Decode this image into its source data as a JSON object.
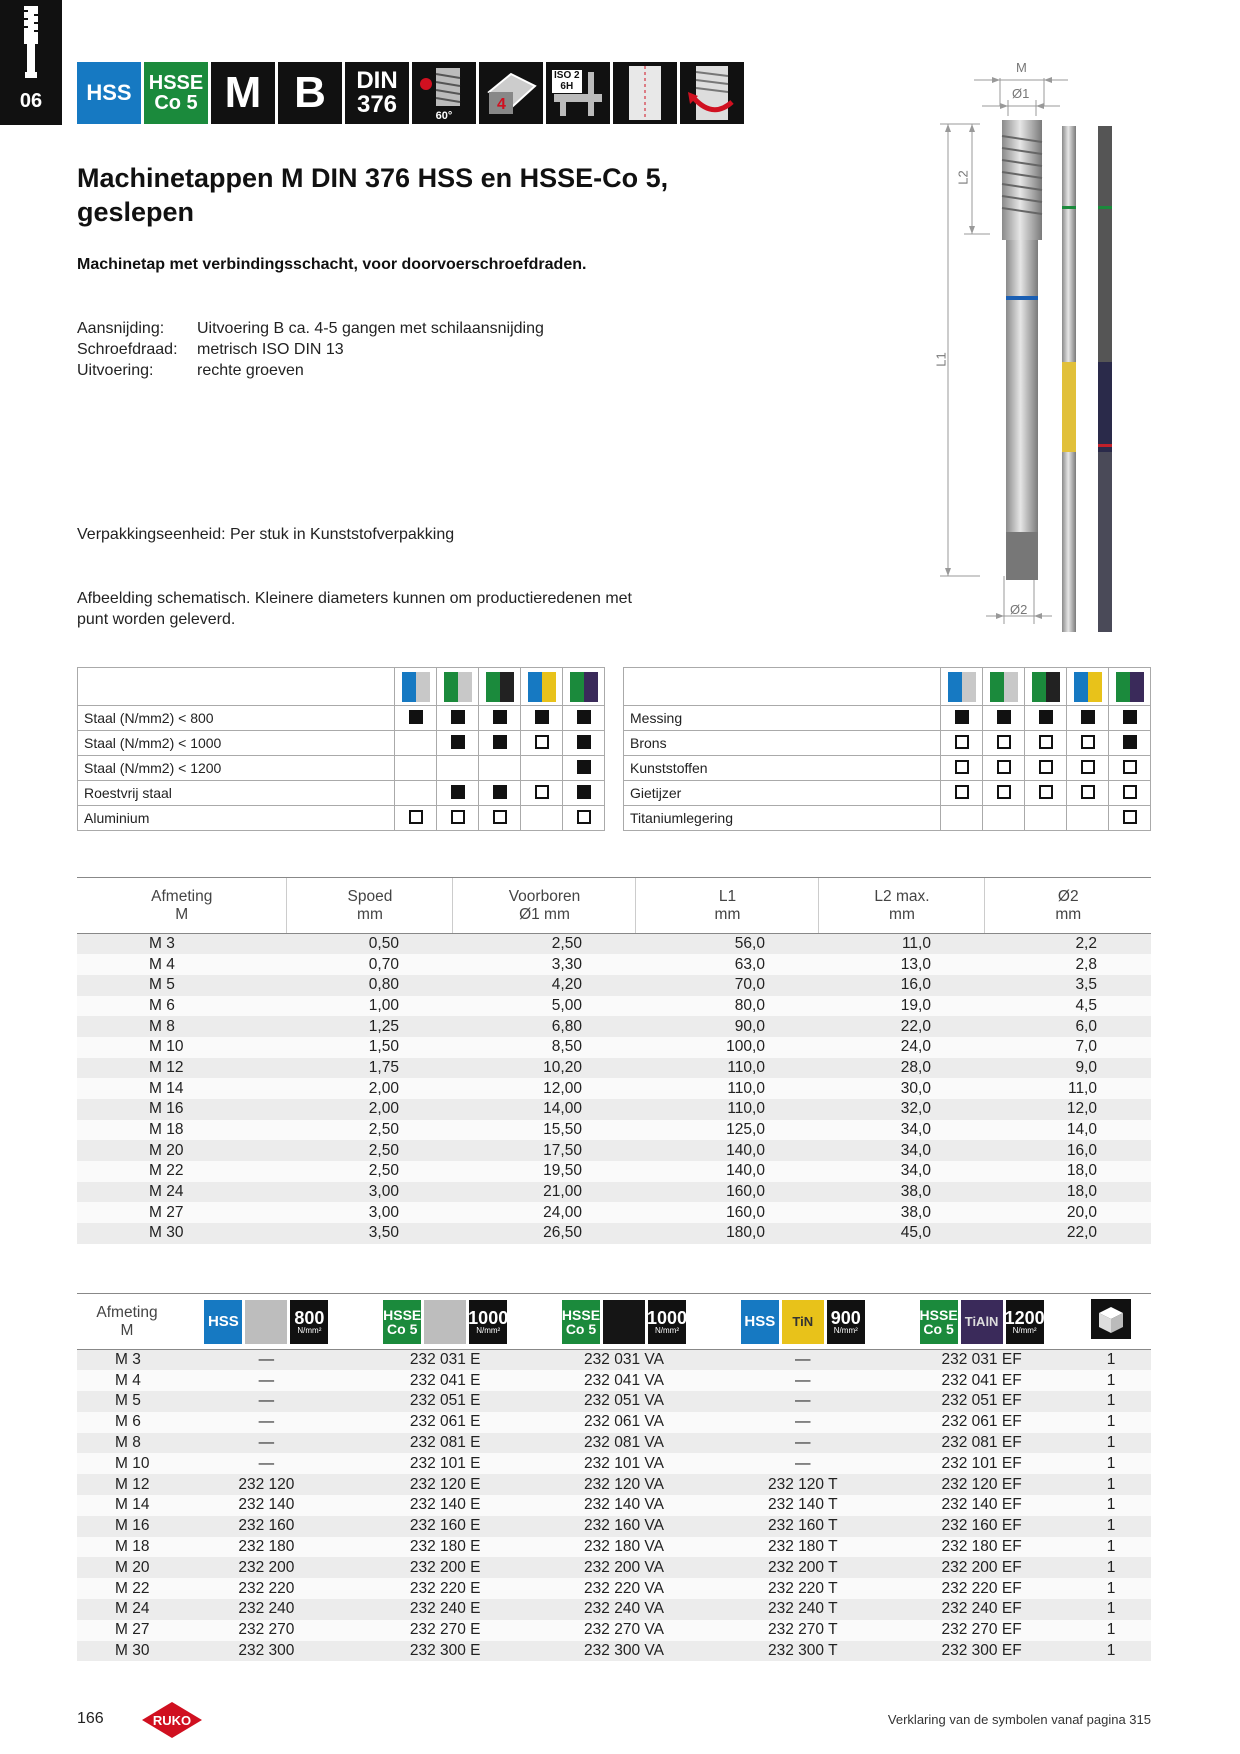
{
  "chapter": "06",
  "symbols": [
    {
      "name": "hss-symbol",
      "text": "HSS"
    },
    {
      "name": "hsse-co5-symbol",
      "line1": "HSSE",
      "line2": "Co 5"
    },
    {
      "name": "m-symbol",
      "text": "M"
    },
    {
      "name": "b-symbol",
      "text": "B"
    },
    {
      "name": "din-symbol",
      "line1": "DIN",
      "line2": "376"
    },
    {
      "name": "angle-symbol",
      "text": "60°"
    },
    {
      "name": "square-drive-symbol",
      "text": "4"
    },
    {
      "name": "tolerance-symbol",
      "line1": "ISO 2",
      "line2": "6H"
    },
    {
      "name": "straight-flute-symbol"
    },
    {
      "name": "through-hole-symbol"
    }
  ],
  "title": "Machinetappen M DIN 376 HSS en HSSE-Co 5, geslepen",
  "subtitle": "Machinetap met verbindingsschacht, voor doorvoerschroefdraden.",
  "specs": [
    {
      "label": "Aansnijding:",
      "value": "Uitvoering B ca. 4-5 gangen met schilaansnijding"
    },
    {
      "label": "Schroefdraad:",
      "value": "metrisch ISO DIN 13"
    },
    {
      "label": "Uitvoering:",
      "value": "rechte groeven"
    }
  ],
  "packaging": "Verpakkingseenheid: Per stuk in Kunststofverpakking",
  "note": "Afbeelding schematisch. Kleinere diameters kunnen om productieredenen met punt worden geleverd.",
  "diagram_labels": {
    "m": "M",
    "d1": "Ø1",
    "l2": "L2",
    "l1": "L1",
    "d2": "Ø2"
  },
  "material_left": [
    {
      "name": "Staal (N/mm2) < 800",
      "marks": [
        "filled",
        "filled",
        "filled",
        "filled",
        "filled"
      ]
    },
    {
      "name": "Staal (N/mm2) < 1000",
      "marks": [
        "",
        "filled",
        "filled",
        "empty",
        "filled"
      ]
    },
    {
      "name": "Staal (N/mm2) < 1200",
      "marks": [
        "",
        "",
        "",
        "",
        "filled"
      ]
    },
    {
      "name": "Roestvrij staal",
      "marks": [
        "",
        "filled",
        "filled",
        "empty",
        "filled"
      ]
    },
    {
      "name": "Aluminium",
      "marks": [
        "empty",
        "empty",
        "empty",
        "",
        "empty"
      ]
    }
  ],
  "material_right": [
    {
      "name": "Messing",
      "marks": [
        "filled",
        "filled",
        "filled",
        "filled",
        "filled"
      ]
    },
    {
      "name": "Brons",
      "marks": [
        "empty",
        "empty",
        "empty",
        "empty",
        "filled"
      ]
    },
    {
      "name": "Kunststoffen",
      "marks": [
        "empty",
        "empty",
        "empty",
        "empty",
        "empty"
      ]
    },
    {
      "name": "Gietijzer",
      "marks": [
        "empty",
        "empty",
        "empty",
        "empty",
        "empty"
      ]
    },
    {
      "name": "Titaniumlegering",
      "marks": [
        "",
        "",
        "",
        "",
        "empty"
      ]
    }
  ],
  "swatch_colors": [
    [
      "#1679c2",
      "#c8c8c8"
    ],
    [
      "#1b8a3c",
      "#c8c8c8"
    ],
    [
      "#1b8a3c",
      "#222222"
    ],
    [
      "#1679c2",
      "#e8c21a"
    ],
    [
      "#1b8a3c",
      "#3a2a5a"
    ]
  ],
  "dim_table": {
    "headers": [
      [
        "Afmeting",
        "M"
      ],
      [
        "Spoed",
        "mm"
      ],
      [
        "Voorboren",
        "Ø1 mm"
      ],
      [
        "L1",
        "mm"
      ],
      [
        "L2 max.",
        "mm"
      ],
      [
        "Ø2",
        "mm"
      ]
    ],
    "rows": [
      [
        "M  3",
        "0,50",
        "2,50",
        "56,0",
        "11,0",
        "2,2"
      ],
      [
        "M  4",
        "0,70",
        "3,30",
        "63,0",
        "13,0",
        "2,8"
      ],
      [
        "M  5",
        "0,80",
        "4,20",
        "70,0",
        "16,0",
        "3,5"
      ],
      [
        "M  6",
        "1,00",
        "5,00",
        "80,0",
        "19,0",
        "4,5"
      ],
      [
        "M  8",
        "1,25",
        "6,80",
        "90,0",
        "22,0",
        "6,0"
      ],
      [
        "M 10",
        "1,50",
        "8,50",
        "100,0",
        "24,0",
        "7,0"
      ],
      [
        "M 12",
        "1,75",
        "10,20",
        "110,0",
        "28,0",
        "9,0"
      ],
      [
        "M 14",
        "2,00",
        "12,00",
        "110,0",
        "30,0",
        "11,0"
      ],
      [
        "M 16",
        "2,00",
        "14,00",
        "110,0",
        "32,0",
        "12,0"
      ],
      [
        "M 18",
        "2,50",
        "15,50",
        "125,0",
        "34,0",
        "14,0"
      ],
      [
        "M 20",
        "2,50",
        "17,50",
        "140,0",
        "34,0",
        "16,0"
      ],
      [
        "M 22",
        "2,50",
        "19,50",
        "140,0",
        "34,0",
        "18,0"
      ],
      [
        "M 24",
        "3,00",
        "21,00",
        "160,0",
        "38,0",
        "18,0"
      ],
      [
        "M 27",
        "3,00",
        "24,00",
        "160,0",
        "38,0",
        "20,0"
      ],
      [
        "M 30",
        "3,50",
        "26,50",
        "180,0",
        "45,0",
        "22,0"
      ]
    ]
  },
  "art_table": {
    "first_header": [
      "Afmeting",
      "M"
    ],
    "col_headers": [
      {
        "material": "HSS",
        "coating": "",
        "coat_color": "#bdbdbd",
        "strength": "800"
      },
      {
        "material": "HSSE Co 5",
        "coating": "",
        "coat_color": "#bdbdbd",
        "strength": "1000"
      },
      {
        "material": "HSSE Co 5",
        "coating": "",
        "coat_color": "#151515",
        "strength": "1000"
      },
      {
        "material": "HSS",
        "coating": "TiN",
        "coat_color": "#e8c21a",
        "strength": "900"
      },
      {
        "material": "HSSE Co 5",
        "coating": "TiAlN",
        "coat_color": "#3a2a5a",
        "strength": "1200"
      }
    ],
    "unit": "N/mm²",
    "rows": [
      [
        "M  3",
        "—",
        "232 031 E",
        "232 031 VA",
        "—",
        "232 031 EF",
        "1"
      ],
      [
        "M  4",
        "—",
        "232 041 E",
        "232 041 VA",
        "—",
        "232 041 EF",
        "1"
      ],
      [
        "M  5",
        "—",
        "232 051 E",
        "232 051 VA",
        "—",
        "232 051 EF",
        "1"
      ],
      [
        "M  6",
        "—",
        "232 061 E",
        "232 061 VA",
        "—",
        "232 061 EF",
        "1"
      ],
      [
        "M  8",
        "—",
        "232 081 E",
        "232 081 VA",
        "—",
        "232 081 EF",
        "1"
      ],
      [
        "M 10",
        "—",
        "232 101 E",
        "232 101 VA",
        "—",
        "232 101 EF",
        "1"
      ],
      [
        "M 12",
        "232 120",
        "232 120 E",
        "232 120 VA",
        "232 120 T",
        "232 120 EF",
        "1"
      ],
      [
        "M 14",
        "232 140",
        "232 140 E",
        "232 140 VA",
        "232 140 T",
        "232 140 EF",
        "1"
      ],
      [
        "M 16",
        "232 160",
        "232 160 E",
        "232 160 VA",
        "232 160 T",
        "232 160 EF",
        "1"
      ],
      [
        "M 18",
        "232 180",
        "232 180 E",
        "232 180 VA",
        "232 180 T",
        "232 180 EF",
        "1"
      ],
      [
        "M 20",
        "232 200",
        "232 200 E",
        "232 200 VA",
        "232 200 T",
        "232 200 EF",
        "1"
      ],
      [
        "M 22",
        "232 220",
        "232 220 E",
        "232 220 VA",
        "232 220 T",
        "232 220 EF",
        "1"
      ],
      [
        "M 24",
        "232 240",
        "232 240 E",
        "232 240 VA",
        "232 240 T",
        "232 240 EF",
        "1"
      ],
      [
        "M 27",
        "232 270",
        "232 270 E",
        "232 270 VA",
        "232 270 T",
        "232 270 EF",
        "1"
      ],
      [
        "M 30",
        "232 300",
        "232 300 E",
        "232 300 VA",
        "232 300 T",
        "232 300 EF",
        "1"
      ]
    ]
  },
  "page_number": "166",
  "logo_text": "RUKO",
  "footer_note": "Verklaring van de symbolen vanaf pagina 315"
}
